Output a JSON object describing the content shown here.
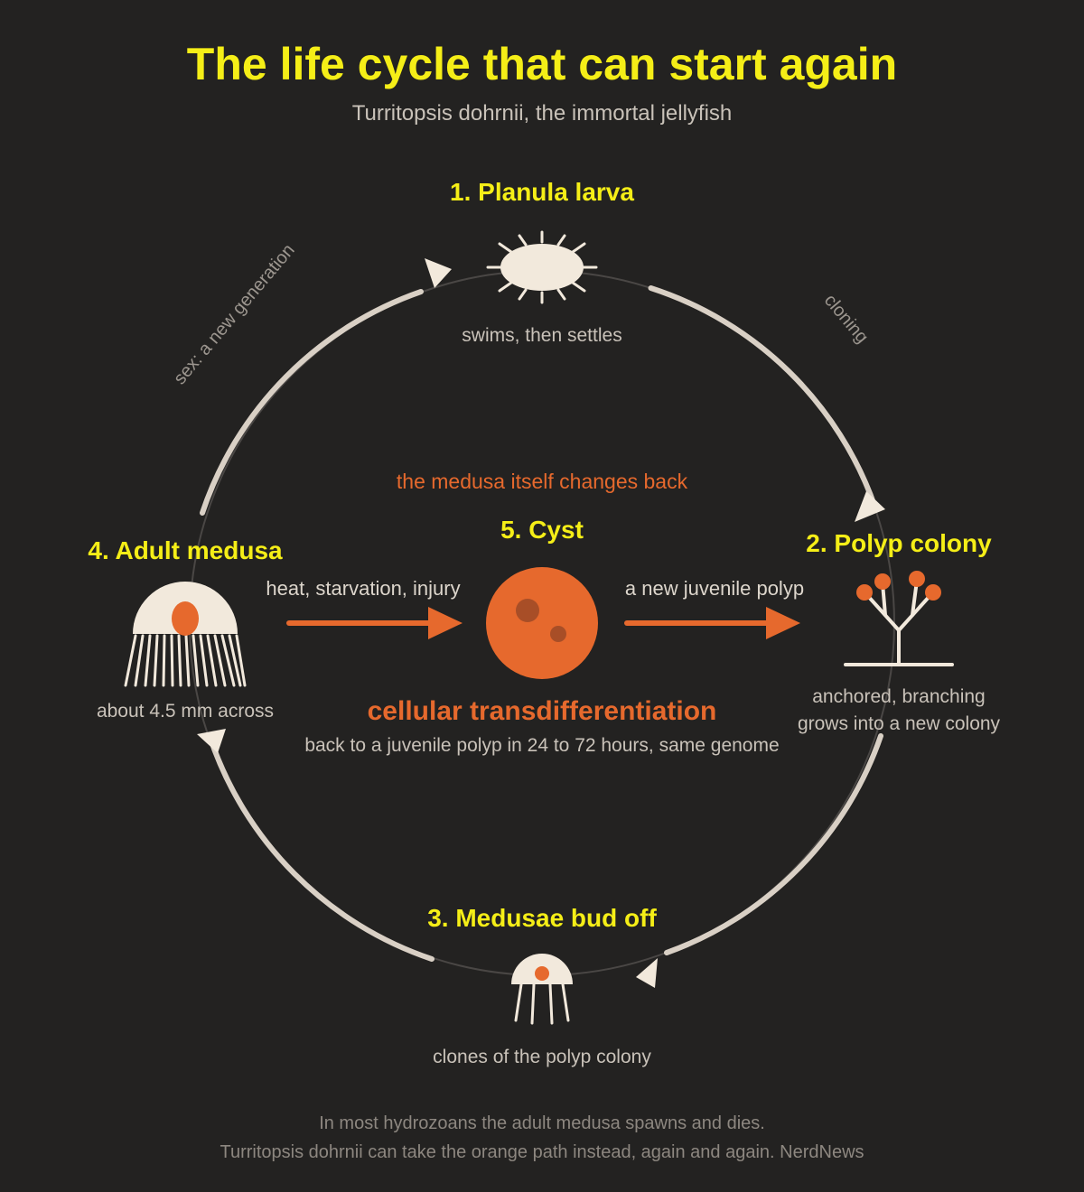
{
  "title": "The life cycle that can start again",
  "subtitle": "Turritopsis dohrnii, the immortal jellyfish",
  "colors": {
    "background": "#232221",
    "title": "#f5ee17",
    "cream": "#f2e9dc",
    "ring_thin": "#4a4745",
    "arc": "#d9d0c5",
    "orange": "#e6692d",
    "muted_text": "#c9c2b9",
    "footer_text": "#8d8780"
  },
  "stages": {
    "planula": {
      "label": "1. Planula larva",
      "caption": "swims, then settles",
      "icon": "planula-larva-icon"
    },
    "polyp": {
      "label": "2. Polyp colony",
      "caption_line1": "anchored, branching",
      "caption_line2": "grows into a new colony",
      "icon": "polyp-colony-icon"
    },
    "bud": {
      "label": "3. Medusae bud off",
      "caption": "clones of the polyp colony",
      "icon": "small-medusa-icon"
    },
    "adult": {
      "label": "4. Adult medusa",
      "caption": "about 4.5 mm across",
      "icon": "adult-medusa-icon"
    },
    "cyst": {
      "label": "5. Cyst",
      "icon": "cyst-icon"
    }
  },
  "transitions": {
    "sex_label": "sex: a new generation",
    "cloning_label": "cloning",
    "reverse_header": "the medusa itself changes back",
    "trigger_label": "heat, starvation, injury",
    "outcome_label": "a new juvenile polyp",
    "process_title": "cellular transdifferentiation",
    "process_detail": "back to a juvenile polyp in 24 to 72 hours, same genome"
  },
  "footer": {
    "line1": "In most hydrozoans the adult medusa spawns and dies.",
    "line2": "Turritopsis dohrnii can take the orange path instead, again and again. NerdNews"
  }
}
